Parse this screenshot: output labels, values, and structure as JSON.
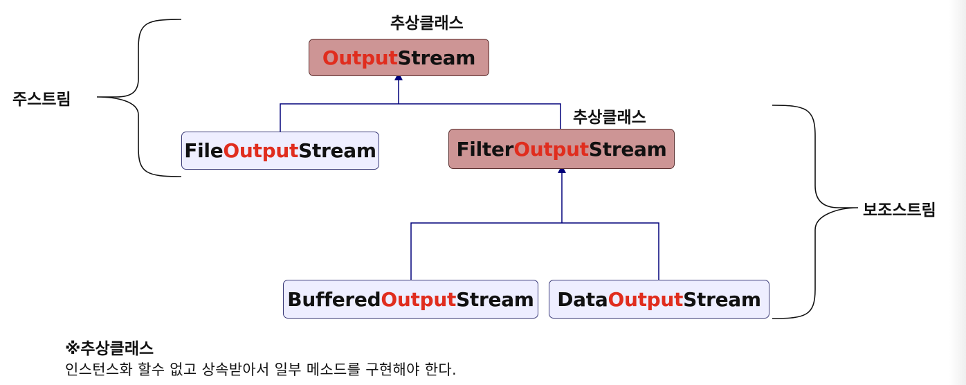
{
  "diagram": {
    "abstract_tag_top": "추상클래스",
    "abstract_tag_filter": "추상클래스",
    "primary_stream_label": "주스트림",
    "auxiliary_stream_label": "보조스트림",
    "nodes": {
      "output_stream": {
        "prefix": "",
        "highlight": "Output",
        "suffix": "Stream"
      },
      "file_output_stream": {
        "prefix": "File",
        "highlight": "Output",
        "suffix": "Stream"
      },
      "filter_output_stream": {
        "prefix": "Filter",
        "highlight": "Output",
        "suffix": "Stream"
      },
      "buffered_output_stream": {
        "prefix": "Buffered",
        "highlight": "Output",
        "suffix": "Stream"
      },
      "data_output_stream": {
        "prefix": "Data",
        "highlight": "Output",
        "suffix": "Stream"
      }
    },
    "edges": [
      {
        "from": "file_output_stream",
        "to": "output_stream"
      },
      {
        "from": "filter_output_stream",
        "to": "output_stream"
      },
      {
        "from": "buffered_output_stream",
        "to": "filter_output_stream"
      },
      {
        "from": "data_output_stream",
        "to": "filter_output_stream"
      }
    ],
    "colors": {
      "abstract_fill": "#cd9595",
      "concrete_fill": "#eeeeff",
      "highlight_text": "#e02d1e",
      "connector": "#00007a"
    }
  },
  "note": {
    "title": "※추상클래스",
    "body": "인스턴스화 할수 없고 상속받아서 일부 메소드를 구현해야 한다."
  }
}
